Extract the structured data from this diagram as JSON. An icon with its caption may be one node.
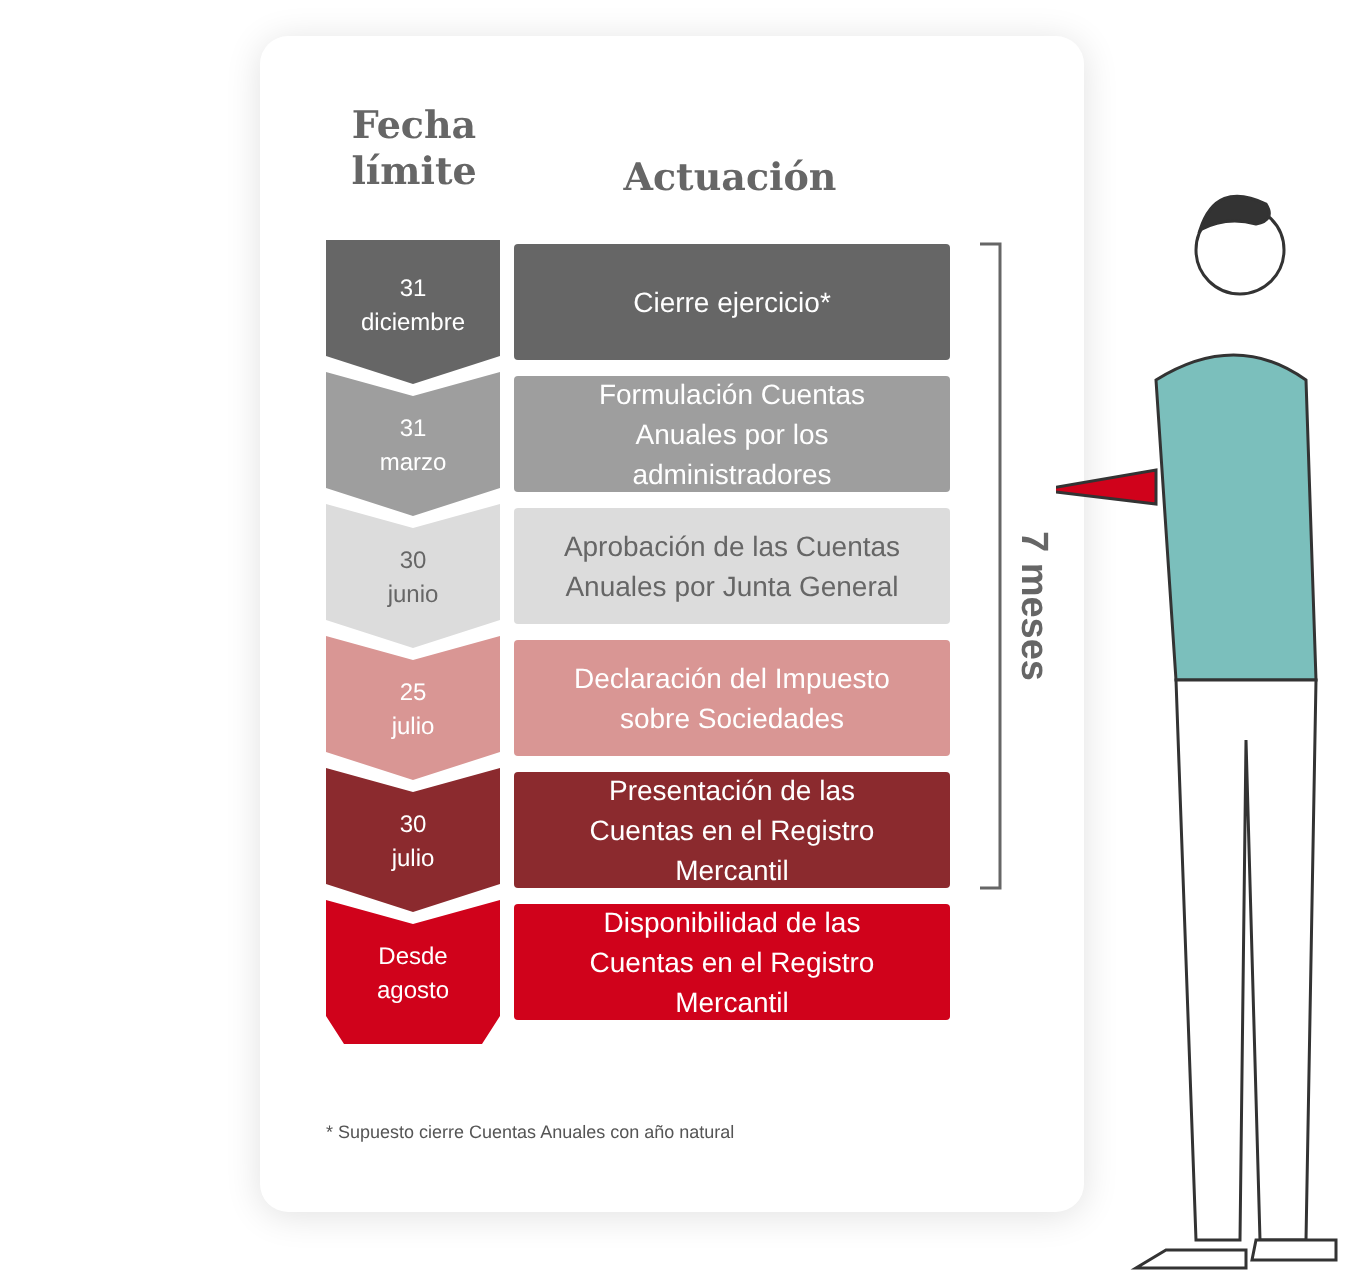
{
  "diagram": {
    "nodes": [
      {
        "text": [
          "31 diciembre"
        ]
      },
      {
        "text": [
          "Cierre ejercicio*"
        ]
      },
      {
        "text": [
          "31 marzo"
        ]
      },
      {
        "text": [
          "Formulación Cuentas Anuales por los administradores"
        ]
      },
      {
        "text": [
          "30 junio"
        ]
      },
      {
        "text": [
          "Aprobación de las Cuentas Anuales por Junta General"
        ]
      },
      {
        "text": [
          "25 julio"
        ]
      },
      {
        "text": [
          "Declaración del Impuesto sobre Sociedades"
        ]
      },
      {
        "text": [
          "30 julio"
        ]
      },
      {
        "text": [
          "Presentación de las Cuentas en el Registro Mercantil"
        ]
      },
      {
        "text": [
          "Desde agosto"
        ]
      },
      {
        "text": [
          "Disponibilidad de las Cuentas en el Registro Mercantil"
        ]
      }
    ],
    "labels": [
      "Fecha límite",
      "Actuación",
      "7 meses",
      "* Supuesto cierre Cuentas Anuales con año natural"
    ]
  }
}
